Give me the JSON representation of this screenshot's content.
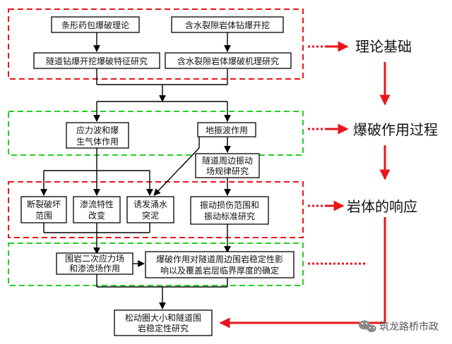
{
  "nodes": {
    "strip_charge": "条形药包爆破理论",
    "water_fracture_blast": "含水裂隙岩体钻爆开挖",
    "tunnel_blast_features": "隧道钻爆开挖爆破特征研究",
    "water_fracture_mechanism": "含水裂隙岩体爆破机理研究",
    "stress_wave": [
      "应力波和爆",
      "生气体作用"
    ],
    "ground_vibration": "地振波作用",
    "vibration_law": [
      "隧道周边振动",
      "场规律研究"
    ],
    "fracture_range": [
      "断裂破坏",
      "范围"
    ],
    "seepage_change": [
      "渗流特性",
      "改变"
    ],
    "water_inrush": [
      "诱发涌水",
      "突泥"
    ],
    "damage_standard": [
      "振动损伤范围和",
      "振动标准研究"
    ],
    "secondary_field": [
      "围岩二次应力场",
      "和渗流场作用"
    ],
    "stability_impact": [
      "爆破作用对隧道周边围岩稳定性影",
      "响以及覆盖岩层临界厚度的确定"
    ],
    "loose_zone": [
      "松动圈大小和隧道围",
      "岩稳定性研究"
    ]
  },
  "side_labels": {
    "theory": "理论基础",
    "process": "爆破作用过程",
    "response": "岩体的响应"
  },
  "watermark": "筑龙路桥市政",
  "colors": {
    "red_dash": "#e8151b",
    "green_dash": "#22d022",
    "arrow_red": "#e8151b",
    "line": "#000000"
  }
}
